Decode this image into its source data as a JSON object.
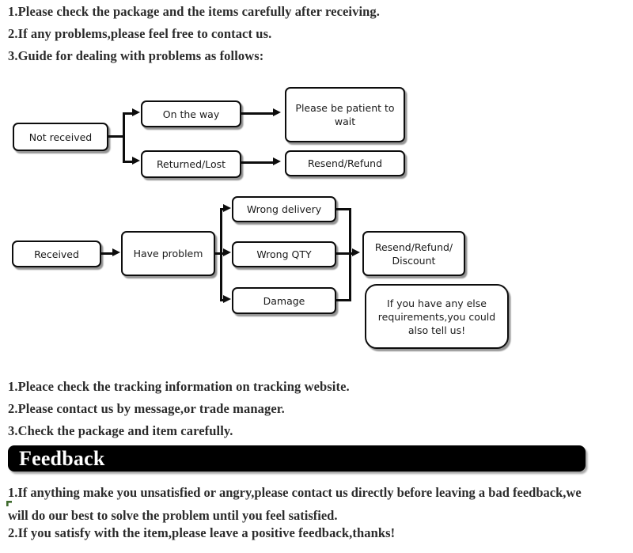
{
  "intro_notes": [
    "1.Please check the package and the items carefully after receiving.",
    "2.If any problems,please feel free to contact us.",
    "3.Guide for dealing with problems as follows:"
  ],
  "flow_not_received": {
    "start": "Not received",
    "branches": [
      {
        "condition": "On the way",
        "result": "Please be patient to wait"
      },
      {
        "condition": "Returned/Lost",
        "result": "Resend/Refund"
      }
    ]
  },
  "flow_received": {
    "start": "Received",
    "stage": "Have problem",
    "issues": [
      "Wrong delivery",
      "Wrong QTY",
      "Damage"
    ],
    "result": "Resend/Refund/ Discount",
    "aside": "If you have any else requirements,you could also tell us!"
  },
  "tracking_notes": [
    "1.Pleace check the tracking information on tracking website.",
    "2.Please contact us by message,or trade manager.",
    "3.Check the package and item carefully."
  ],
  "feedback": {
    "title": "Feedback",
    "notes": [
      "1.If anything make you unsatisfied or angry,please contact us directly before leaving a bad  feedback,we will do our best to solve the problem until you feel satisfied.",
      "2.If you satisfy with the item,please leave a positive feedback,thanks!"
    ]
  },
  "colors": {
    "banner_background": "#000000",
    "banner_text": "#ffffff",
    "node_border": "#0d0d0d",
    "body_text": "#2b2b2b",
    "accent_mark": "#3f6b2e"
  }
}
